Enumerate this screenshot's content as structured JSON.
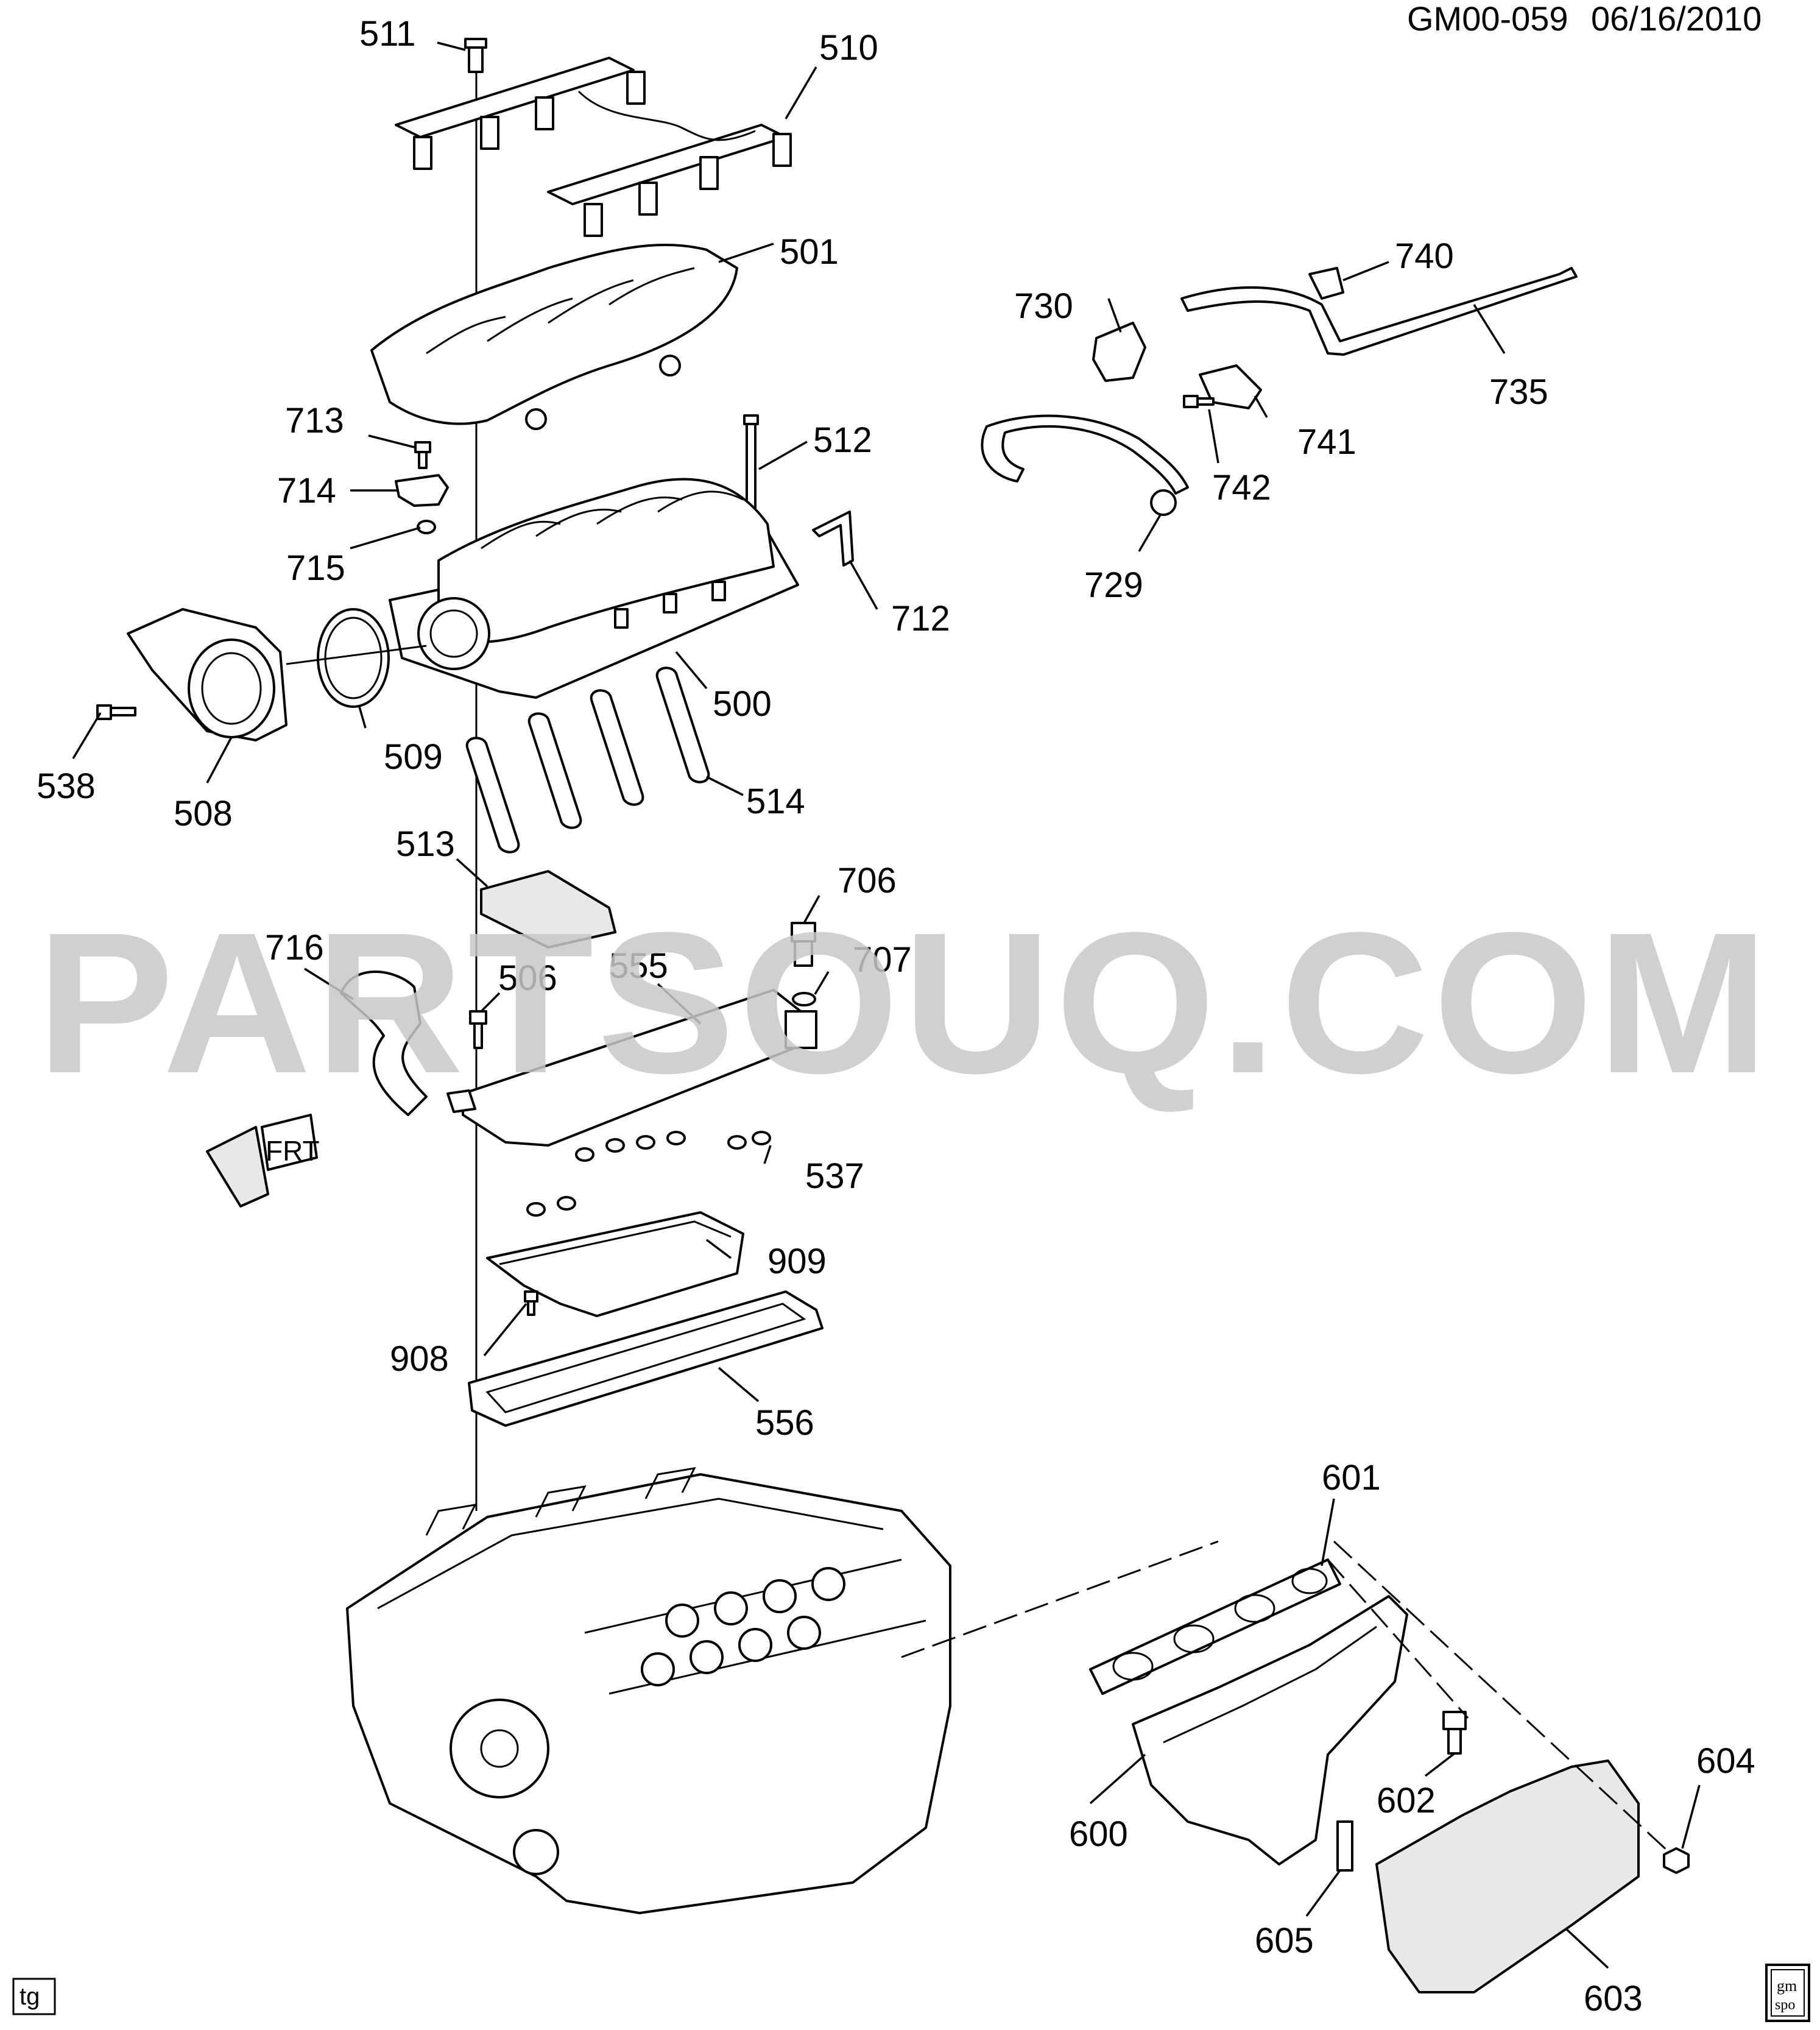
{
  "header": {
    "code": "GM00-059",
    "date": "06/16/2010"
  },
  "watermark": "PARTSOUQ.COM",
  "footer": {
    "tag": "tg",
    "logo_top": "gm",
    "logo_bottom": "spo"
  },
  "front_marker": "FRT",
  "callouts": {
    "c511": "511",
    "c510": "510",
    "c501": "501",
    "c713": "713",
    "c714": "714",
    "c715": "715",
    "c512": "512",
    "c712": "712",
    "c500": "500",
    "c509": "509",
    "c538": "538",
    "c508": "508",
    "c514": "514",
    "c513": "513",
    "c730": "730",
    "c740": "740",
    "c735": "735",
    "c741": "741",
    "c742": "742",
    "c729": "729",
    "c706": "706",
    "c707": "707",
    "c716": "716",
    "c506": "506",
    "c555": "555",
    "c537": "537",
    "c909": "909",
    "c908": "908",
    "c556": "556",
    "c601": "601",
    "c604": "604",
    "c602": "602",
    "c600": "600",
    "c605": "605",
    "c603": "603"
  },
  "colors": {
    "line": "#000000",
    "watermark": "#c8c8c8",
    "background": "#ffffff"
  }
}
